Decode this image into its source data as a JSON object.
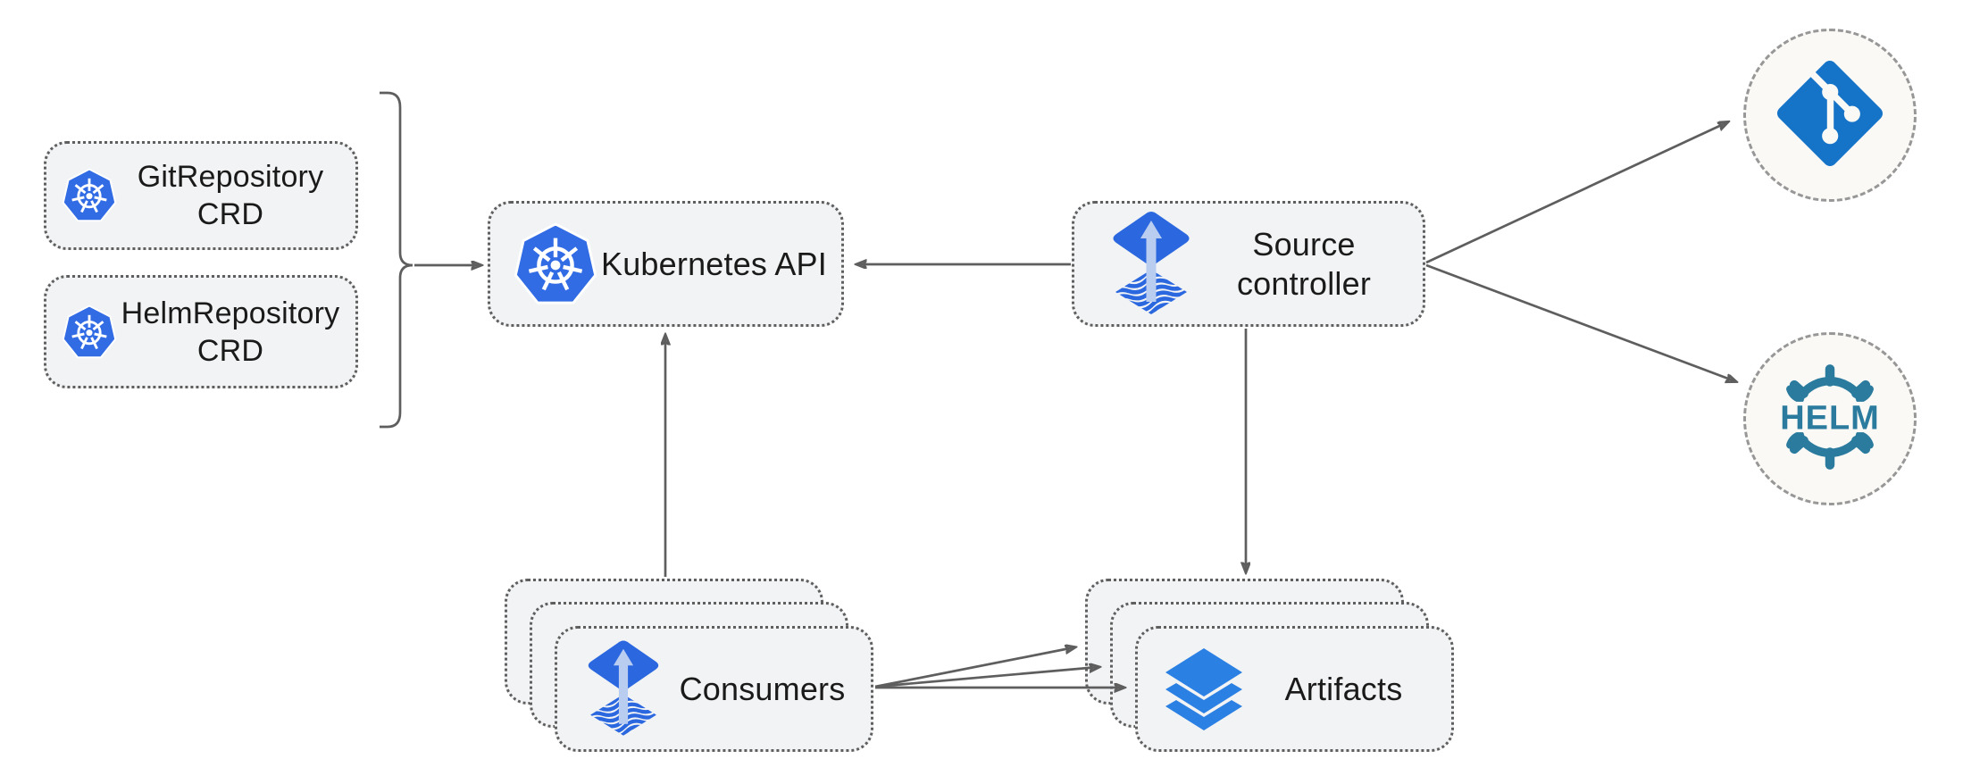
{
  "diagram": {
    "nodes": {
      "git_crd": {
        "line1": "GitRepository",
        "line2": "CRD"
      },
      "helm_crd": {
        "line1": "HelmRepository",
        "line2": "CRD"
      },
      "kubernetes_api": {
        "label": "Kubernetes API"
      },
      "source_controller": {
        "line1": "Source",
        "line2": "controller"
      },
      "consumers": {
        "label": "Consumers"
      },
      "artifacts": {
        "label": "Artifacts"
      },
      "git_endpoint": {
        "icon": "git-icon"
      },
      "helm_endpoint": {
        "icon": "helm-icon",
        "logo_text": "HELM"
      }
    },
    "icons": [
      "kubernetes-icon",
      "flux-source-icon",
      "layers-icon",
      "git-icon",
      "helm-icon"
    ],
    "edges": [
      {
        "from": "crd-group-bracket",
        "to": "kubernetes_api"
      },
      {
        "from": "source_controller",
        "to": "kubernetes_api"
      },
      {
        "from": "consumers",
        "to": "kubernetes_api"
      },
      {
        "from": "source_controller",
        "to": "artifacts"
      },
      {
        "from": "source_controller",
        "to": "git_endpoint"
      },
      {
        "from": "source_controller",
        "to": "helm_endpoint"
      },
      {
        "from": "consumers",
        "to": "artifacts",
        "count": 3
      }
    ],
    "colors": {
      "kubernetes_blue": "#326CE5",
      "flux_blue": "#2b68e0",
      "flux_arrow_light": "#b9cdf1",
      "git_blue": "#1573c8",
      "helm_teal": "#2a7b9e",
      "layers_blue": "#2b80e4",
      "node_fill": "#f2f3f4",
      "node_border": "#5f5f5f",
      "connector_gray": "#5e5e5e",
      "endpoint_fill": "#faf9f6",
      "background": "#ffffff"
    }
  }
}
